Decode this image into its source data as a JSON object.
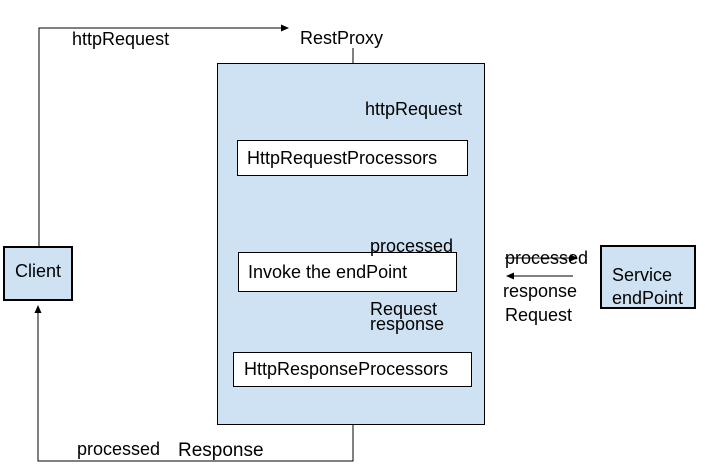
{
  "nodes": {
    "client": {
      "label": "Client"
    },
    "rest_proxy": {
      "label": "RestProxy"
    },
    "request_processors": {
      "label": "HttpRequestProcessors"
    },
    "invoke_endpoint": {
      "label": "Invoke the endPoint"
    },
    "response_processors": {
      "label": "HttpResponseProcessors"
    },
    "service_endpoint": {
      "line1": "Service",
      "line2": "endPoint"
    }
  },
  "edges": {
    "client_to_restproxy": {
      "label": "httpRequest"
    },
    "restproxy_to_request_processors": {
      "label": "httpRequest"
    },
    "request_processors_to_invoke": {
      "line1": "processed",
      "line2": "Request"
    },
    "invoke_to_response_processors": {
      "label": "response"
    },
    "proxy_to_service": {
      "line1": "processed",
      "line2": "Request"
    },
    "service_to_proxy": {
      "label": "response"
    },
    "response_to_client": {
      "word1": "processed",
      "word2": "Response"
    }
  },
  "colors": {
    "node_fill": "#cfe2f3",
    "process_box_fill": "#ffffff",
    "border": "#000000",
    "text": "#000000"
  }
}
